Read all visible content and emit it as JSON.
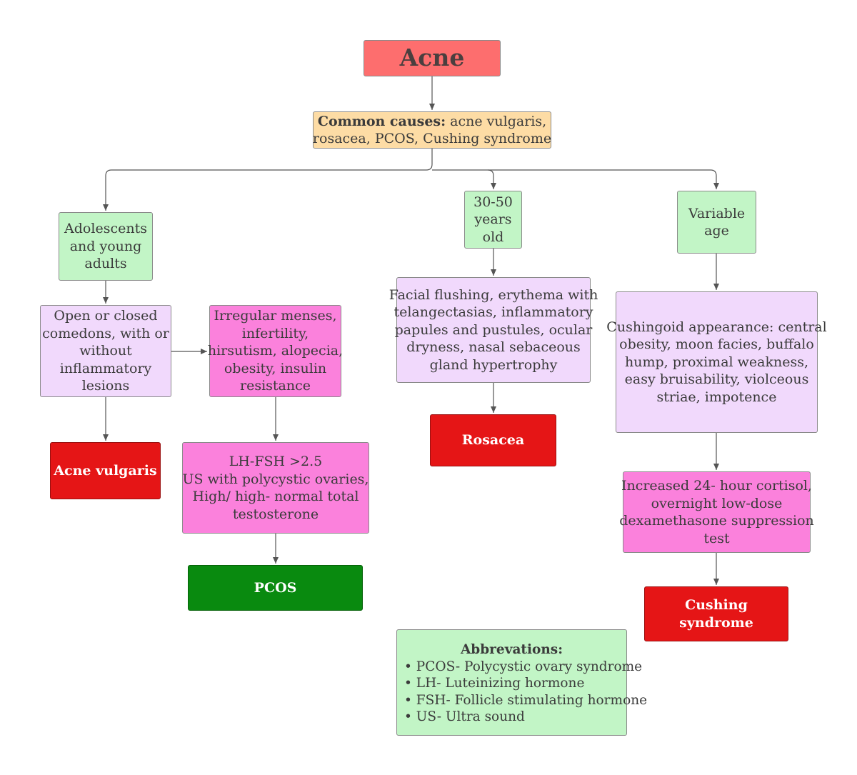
{
  "title": "Acne",
  "causes": {
    "label": "Common causes:",
    "text_line1": "acne vulgaris,",
    "text_line2": "rosacea, PCOS, Cushing syndrome"
  },
  "branches": {
    "adolescents": {
      "age_lines": [
        "Adolescents",
        "and young",
        "adults"
      ],
      "finding_lines": [
        "Open or closed",
        "comedons, with or",
        "without",
        "inflammatory",
        "lesions"
      ],
      "diagnosis": "Acne vulgaris",
      "pcos_features_lines": [
        "Irregular menses,",
        "infertility,",
        "hirsutism, alopecia,",
        "obesity, insulin",
        "resistance"
      ],
      "pcos_tests_lines": [
        "LH-FSH >2.5",
        "US with polycystic ovaries,",
        "High/ high- normal total",
        "testosterone"
      ],
      "pcos_diagnosis": "PCOS"
    },
    "middle_age": {
      "age_lines": [
        "30-50",
        "years",
        "old"
      ],
      "finding_lines": [
        "Facial flushing, erythema with",
        "telangectasias, inflammatory",
        "papules and pustules, ocular",
        "dryness, nasal sebaceous",
        "gland hypertrophy"
      ],
      "diagnosis": "Rosacea"
    },
    "variable_age": {
      "age_lines": [
        "Variable",
        "age"
      ],
      "finding_lines": [
        "Cushingoid appearance: central",
        "obesity, moon facies, buffalo",
        "hump, proximal weakness,",
        "easy bruisability, violceous",
        "striae, impotence"
      ],
      "tests_lines": [
        "Increased 24- hour cortisol,",
        "overnight low-dose",
        "dexamethasone suppression",
        "test"
      ],
      "diagnosis": "Cushing syndrome"
    }
  },
  "abbreviations": {
    "title": "Abbrevations:",
    "items": [
      "PCOS- Polycystic ovary syndrome",
      "LH- Luteinizing hormone",
      "FSH- Follicle stimulating hormone",
      "US- Ultra sound"
    ]
  },
  "colors": {
    "title_box": "#fd6e6e",
    "causes_box": "#fddca5",
    "age_box": "#c2f5c6",
    "finding_box": "#f1d9fc",
    "test_box": "#fb81dc",
    "diagnosis_red": "#e51516",
    "diagnosis_green": "#098a0f",
    "connector": "#555555"
  }
}
